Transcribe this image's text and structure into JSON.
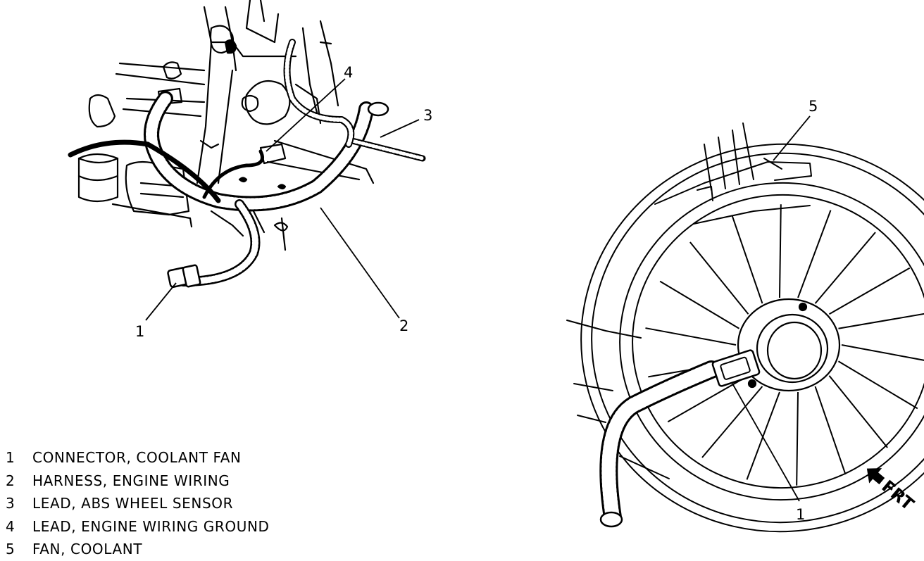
{
  "callouts": {
    "left_1": "1",
    "left_2": "2",
    "left_3": "3",
    "left_4": "4",
    "right_1": "1",
    "right_5": "5"
  },
  "direction_label": "FRT",
  "legend": [
    {
      "num": "1",
      "text": "CONNECTOR, COOLANT FAN"
    },
    {
      "num": "2",
      "text": "HARNESS, ENGINE WIRING"
    },
    {
      "num": "3",
      "text": "LEAD, ABS WHEEL SENSOR"
    },
    {
      "num": "4",
      "text": "LEAD, ENGINE WIRING GROUND"
    },
    {
      "num": "5",
      "text": "FAN, COOLANT"
    }
  ]
}
